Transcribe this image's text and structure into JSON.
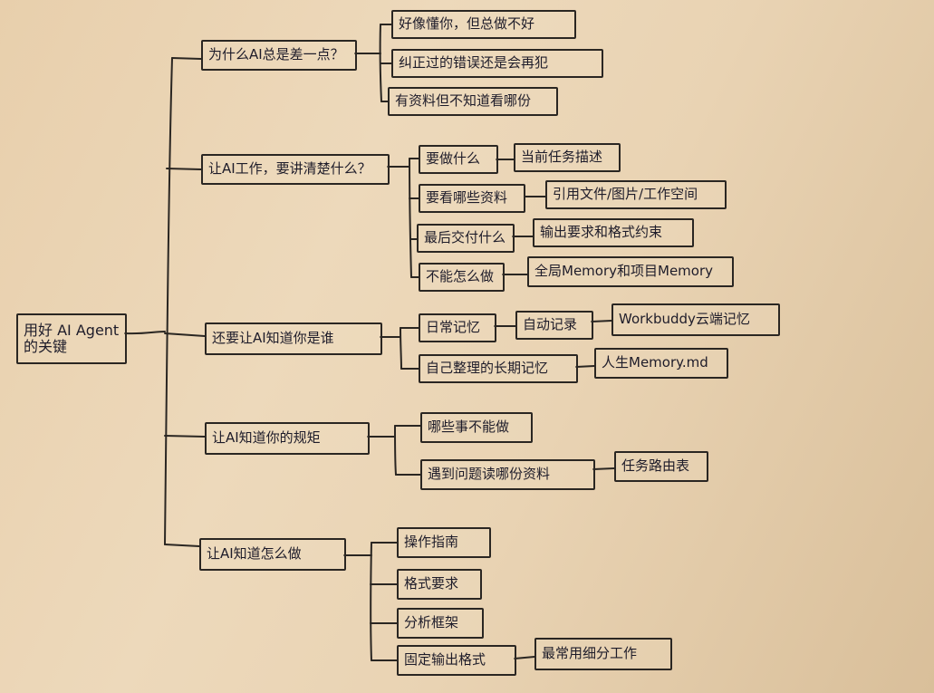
{
  "root": {
    "label": "用好 AI Agent 的关键"
  },
  "branches": [
    {
      "label": "为什么AI总是差一点？",
      "children": [
        {
          "label": "好像懂你，但总做不好"
        },
        {
          "label": "纠正过的错误还是会再犯"
        },
        {
          "label": "有资料但不知道看哪份"
        }
      ]
    },
    {
      "label": "让AI工作，要讲清楚什么？",
      "children": [
        {
          "label": "要做什么",
          "children": [
            {
              "label": "当前任务描述"
            }
          ]
        },
        {
          "label": "要看哪些资料",
          "children": [
            {
              "label": "引用文件/图片/工作空间"
            }
          ]
        },
        {
          "label": "最后交付什么",
          "children": [
            {
              "label": "输出要求和格式约束"
            }
          ]
        },
        {
          "label": "不能怎么做",
          "children": [
            {
              "label": "全局Memory和项目Memory"
            }
          ]
        }
      ]
    },
    {
      "label": "还要让AI知道你是谁",
      "children": [
        {
          "label": "日常记忆",
          "children": [
            {
              "label": "自动记录",
              "children": [
                {
                  "label": "Workbuddy云端记忆"
                }
              ]
            }
          ]
        },
        {
          "label": "自己整理的长期记忆",
          "children": [
            {
              "label": "人生Memory.md"
            }
          ]
        }
      ]
    },
    {
      "label": "让AI知道你的规矩",
      "children": [
        {
          "label": "哪些事不能做"
        },
        {
          "label": "遇到问题读哪份资料",
          "children": [
            {
              "label": "任务路由表"
            }
          ]
        }
      ]
    },
    {
      "label": "让AI知道怎么做",
      "children": [
        {
          "label": "操作指南"
        },
        {
          "label": "格式要求"
        },
        {
          "label": "分析框架"
        },
        {
          "label": "固定输出格式",
          "children": [
            {
              "label": "最常用细分工作"
            }
          ]
        }
      ]
    }
  ]
}
